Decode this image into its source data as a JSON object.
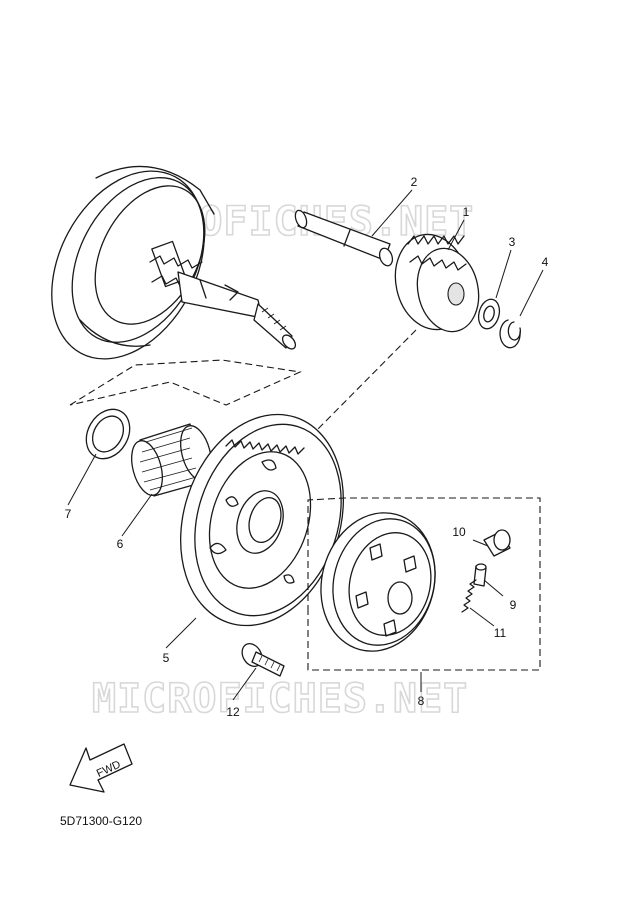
{
  "watermark": "MICROFICHES.NET",
  "fwd_label": "FWD",
  "diagram_code": "5D71300-G120",
  "callouts": [
    "1",
    "2",
    "3",
    "4",
    "5",
    "6",
    "7",
    "8",
    "9",
    "10",
    "11",
    "12"
  ]
}
